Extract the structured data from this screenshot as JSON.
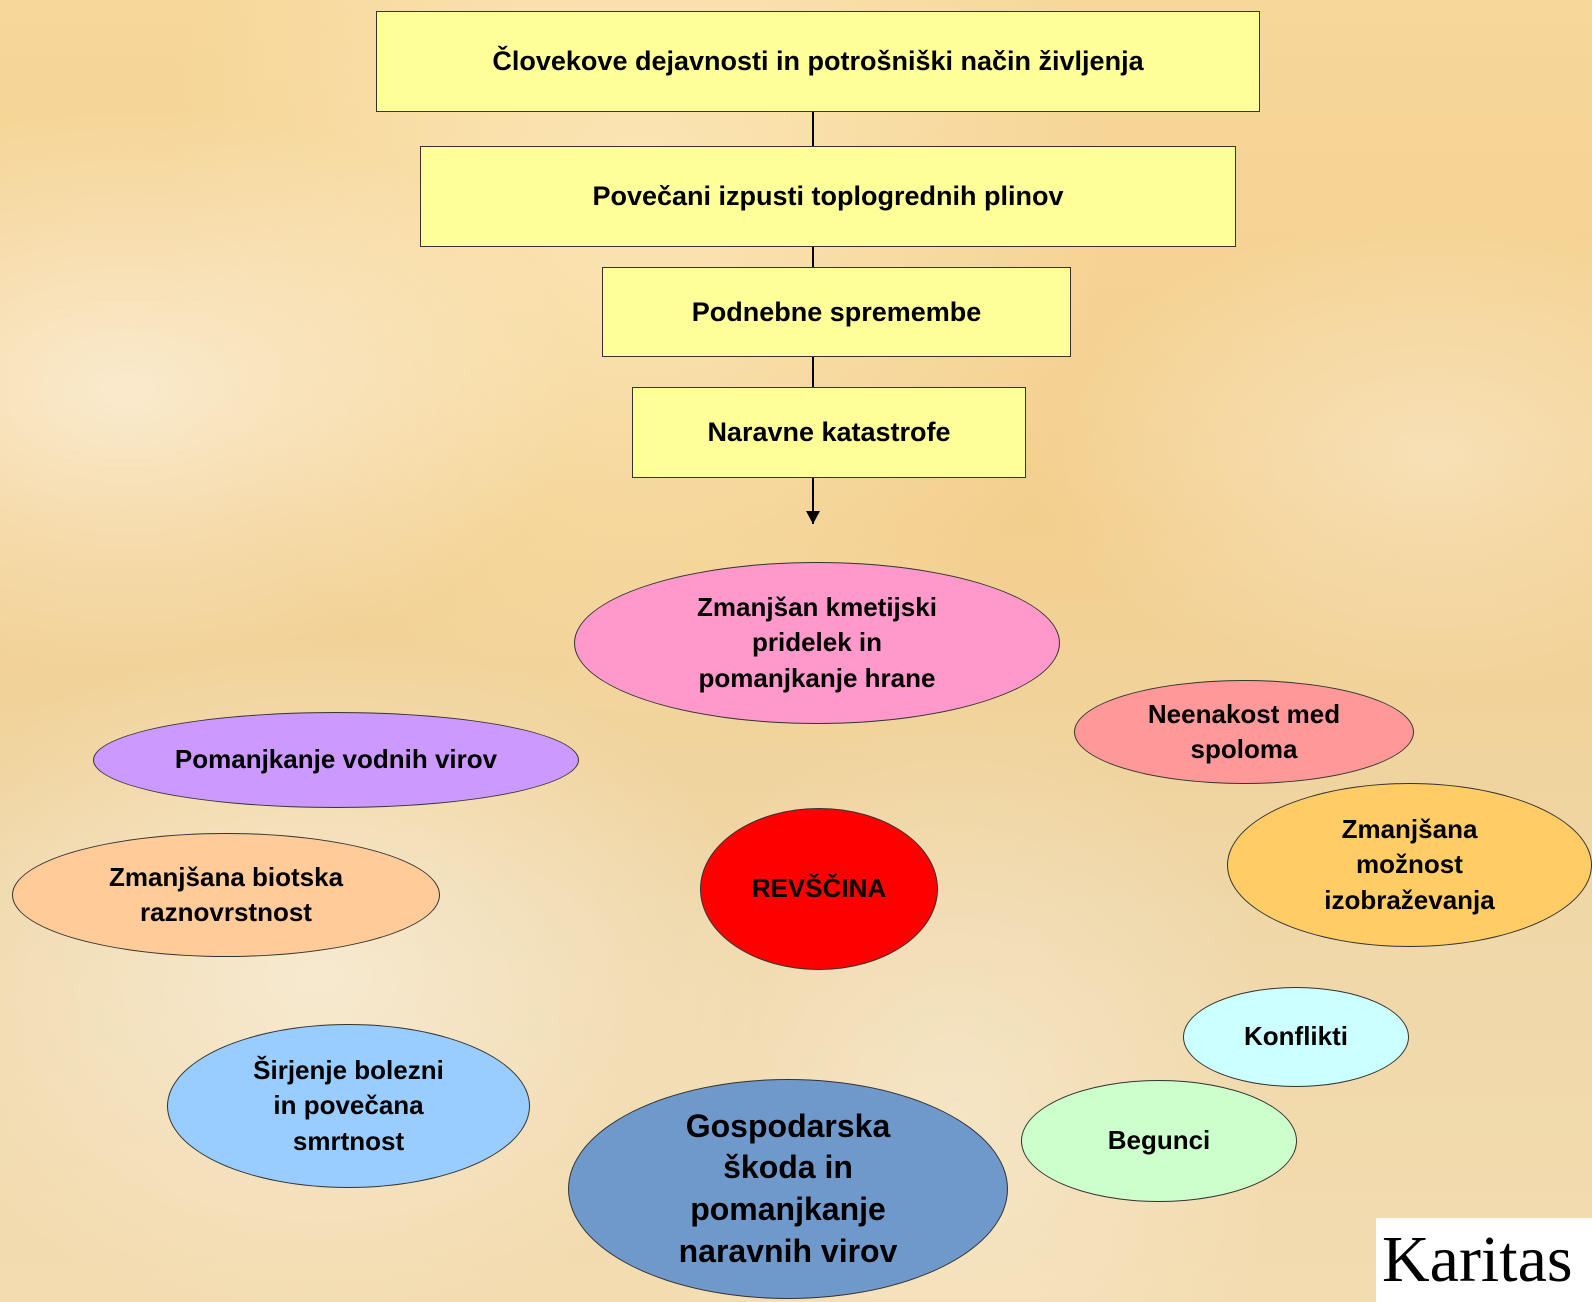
{
  "flow": {
    "box1": "Človekove dejavnosti in potrošniški način življenja",
    "box2": "Povečani izpusti toplogrednih plinov",
    "box3": "Podnebne spremembe",
    "box4": "Naravne katastrofe"
  },
  "effects": {
    "agriculture": [
      "Zmanjšan kmetijski",
      "pridelek in",
      "pomanjkanje hrane"
    ],
    "water": [
      "Pomanjkanje vodnih virov"
    ],
    "gender": [
      "Neenakost med",
      "spoloma"
    ],
    "education": [
      "Zmanjšana",
      "možnost",
      "izobraževanja"
    ],
    "biodiversity": [
      "Zmanjšana biotska",
      "raznovrstnost"
    ],
    "poverty": [
      "REVŠČINA"
    ],
    "conflicts": [
      "Konflikti"
    ],
    "disease": [
      "Širjenje bolezni",
      "in povečana",
      "smrtnost"
    ],
    "economy": [
      "Gospodarska",
      "škoda in",
      "pomanjkanje",
      "naravnih virov"
    ],
    "refugees": [
      "Begunci"
    ]
  },
  "colors": {
    "box": "#ffff99",
    "agriculture": "#ff99cc",
    "water": "#cc99ff",
    "gender": "#ff9999",
    "education": "#ffcc66",
    "biodiversity": "#ffcc99",
    "poverty": "#ff0000",
    "conflicts": "#ccffff",
    "disease": "#99ccff",
    "economy": "#6f98cb",
    "refugees": "#ccffcc"
  },
  "logo_text": "Karitas"
}
